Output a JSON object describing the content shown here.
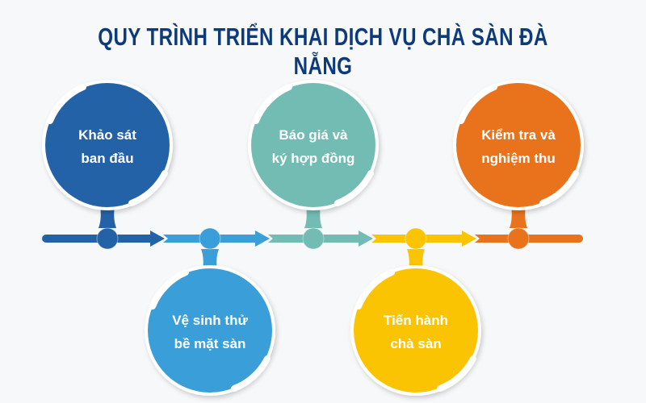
{
  "title": "QUY TRÌNH TRIỂN KHAI DỊCH VỤ CHÀ SÀN ĐÀ NẴNG",
  "steps": [
    {
      "line1": "Khảo sát",
      "line2": "ban đầu",
      "color": "#2462a8",
      "position": "top"
    },
    {
      "line1": "Vệ sinh thử",
      "line2": "bề mặt sàn",
      "color": "#3a9fd8",
      "position": "bottom"
    },
    {
      "line1": "Báo giá và",
      "line2": "ký hợp đồng",
      "color": "#72bcb3",
      "position": "top"
    },
    {
      "line1": "Tiến hành",
      "line2": "chà sàn",
      "color": "#fbc403",
      "position": "bottom"
    },
    {
      "line1": "Kiểm tra và",
      "line2": "nghiệm thu",
      "color": "#e8731c",
      "position": "top"
    }
  ]
}
